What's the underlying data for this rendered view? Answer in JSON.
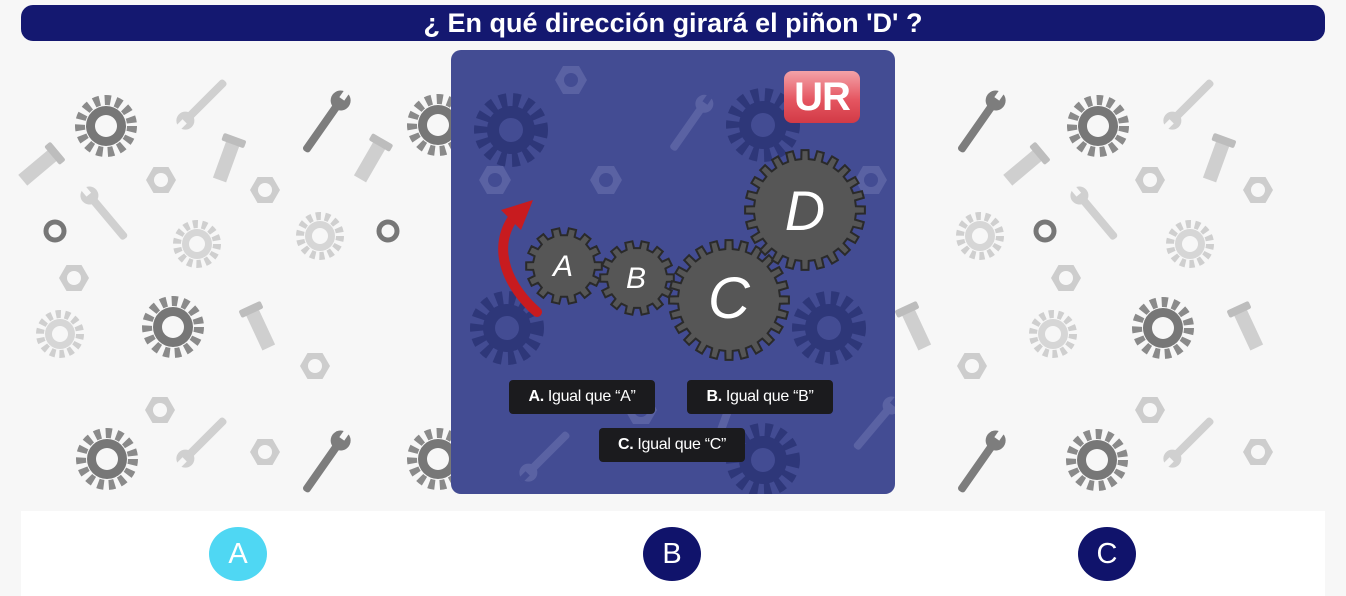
{
  "question": {
    "title": "¿ En qué dirección girará el piñon 'D' ?"
  },
  "image_card": {
    "logo": "UR",
    "gears": [
      {
        "label": "A"
      },
      {
        "label": "B"
      },
      {
        "label": "C"
      },
      {
        "label": "D"
      }
    ],
    "arrow_icon": "curved-arrow-icon",
    "options": [
      {
        "letter": "A.",
        "text": "Igual que “A”"
      },
      {
        "letter": "B.",
        "text": "Igual que “B”"
      },
      {
        "letter": "C.",
        "text": "Igual que “C”"
      }
    ]
  },
  "answers": [
    {
      "label": "A",
      "state": "selected"
    },
    {
      "label": "B",
      "state": "default"
    },
    {
      "label": "C",
      "state": "default"
    }
  ],
  "colors": {
    "title_bar": "#141870",
    "card": "#434c93",
    "answer_selected": "#4fd7f3",
    "answer_default": "#10136b",
    "gear": "#565656",
    "arrow": "#c81b1f",
    "logo": "#e55661"
  }
}
